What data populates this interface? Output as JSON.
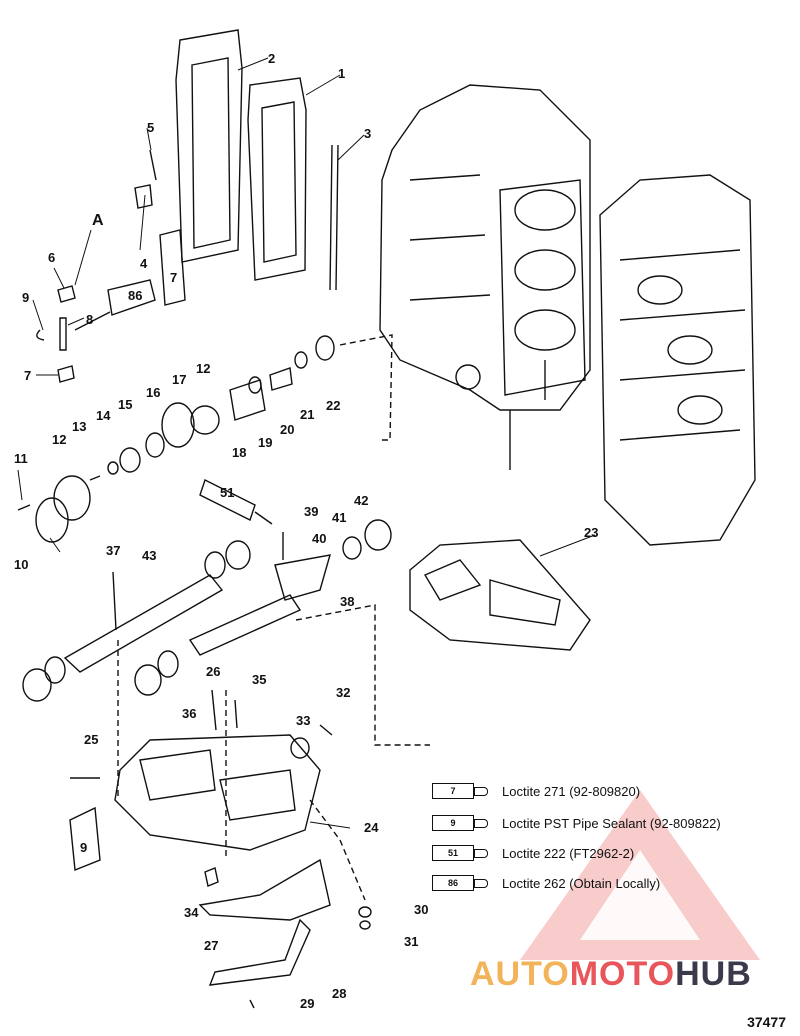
{
  "diagram": {
    "detail_label": "A",
    "figure_number": "37477",
    "callouts": [
      "1",
      "2",
      "3",
      "4",
      "5",
      "6",
      "7",
      "8",
      "9",
      "10",
      "11",
      "12",
      "12",
      "13",
      "14",
      "15",
      "16",
      "17",
      "18",
      "19",
      "20",
      "21",
      "22",
      "23",
      "24",
      "25",
      "26",
      "27",
      "28",
      "29",
      "30",
      "31",
      "32",
      "33",
      "34",
      "35",
      "36",
      "37",
      "38",
      "39",
      "40",
      "41",
      "42",
      "43",
      "7"
    ],
    "tube_labels": [
      "7",
      "86",
      "51",
      "9"
    ]
  },
  "legend": [
    {
      "code": "7",
      "text": "Loctite 271 (92-809820)"
    },
    {
      "code": "9",
      "text": "Loctite PST Pipe Sealant (92-809822)"
    },
    {
      "code": "51",
      "text": "Loctite 222  (FT2962-2)"
    },
    {
      "code": "86",
      "text": "Loctite 262  (Obtain Locally)"
    }
  ],
  "watermark": {
    "part1": "AUTO",
    "part2": "MOTO",
    "part3": "HUB"
  },
  "colors": {
    "line": "#111111",
    "wm_orange": "#f2b35a",
    "wm_red": "#e8555a",
    "wm_dark": "#3a3a4a"
  }
}
